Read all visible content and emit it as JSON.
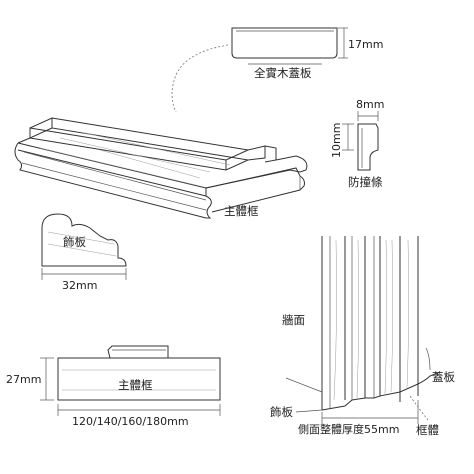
{
  "labels": {
    "cap_board": "全實木蓋板",
    "stop_strip": "防撞條",
    "main_frame_top": "主體框",
    "trim_board": "飾板",
    "main_frame_bottom": "主體框",
    "wall": "牆面",
    "side_cap": "蓋板",
    "side_trim": "飾板",
    "frame_body": "框體",
    "wall_thickness": "側面整體厚度55mm"
  },
  "dimensions": {
    "cap_height": "17mm",
    "stop_width": "8mm",
    "stop_height": "10mm",
    "trim_width": "32mm",
    "frame_height": "27mm",
    "frame_widths": "120/140/160/180mm"
  }
}
